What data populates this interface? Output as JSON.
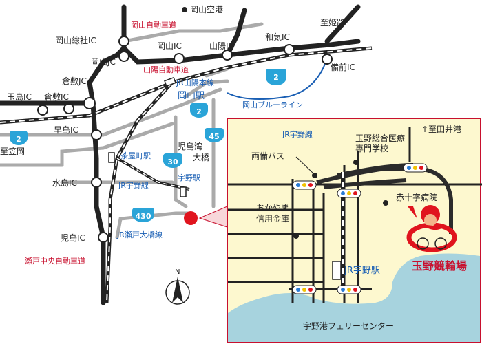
{
  "colors": {
    "expressway": "#222222",
    "road_gray": "#aaaaaa",
    "route_blue": "#1a5fb4",
    "shield": "#2aa4d8",
    "accent_red": "#c8102e",
    "inset_land": "#fdf8cf",
    "inset_sea": "#a7d3de"
  },
  "labels": {
    "okayama_airport": "岡山空港",
    "okayama_expressway": "岡山自動車道",
    "to_himeji": "至姫路",
    "okayama_soja_ic": "岡山総社IC",
    "okayama_ic": "岡山IC",
    "sanyo_ic": "山陽IC",
    "wake_ic": "和気IC",
    "okayama_jc": "岡山JC",
    "sanyo_expressway": "山陽自動車道",
    "bizen_ic": "備前IC",
    "kurashiki_jc": "倉敷JC",
    "jr_sanyo_line": "JR山陽本線",
    "okayama_station": "岡山駅",
    "okayama_blue_line": "岡山ブルーライン",
    "tamashima_ic": "玉島IC",
    "kurashiki_ic": "倉敷IC",
    "hayashima_ic": "早島IC",
    "to_kasaoka": "至笠岡",
    "chayamachi_station": "茶屋町駅",
    "kojimawan_ohashi": "児島湾\n大橋",
    "mizushima_ic": "水島IC",
    "jr_uno_line": "JR宇野線",
    "uno_station": "宇野駅",
    "kojima_ic": "児島IC",
    "jr_seto_ohashi_line": "JR瀬戸大橋線",
    "seto_chuo_expressway": "瀬戸中央自動車道",
    "north": "N"
  },
  "shields": {
    "r2_a": "2",
    "r2_b": "2",
    "r2_c": "2",
    "r45": "45",
    "r30": "30",
    "r430": "430"
  },
  "inset": {
    "jr_uno_line_top": "JR宇野線",
    "to_tainominato": "↑至田井港",
    "tamano_medical_school": "玉野総合医療\n専門学校",
    "ryobi_bus": "両備バス",
    "red_cross_hospital": "赤十字病院",
    "okayama_shinkin": "おかやま\n信用金庫",
    "jr_uno_station": "JR宇野駅",
    "velodrome": "玉野競輪場",
    "uno_ferry_center": "宇野港フェリーセンター"
  }
}
